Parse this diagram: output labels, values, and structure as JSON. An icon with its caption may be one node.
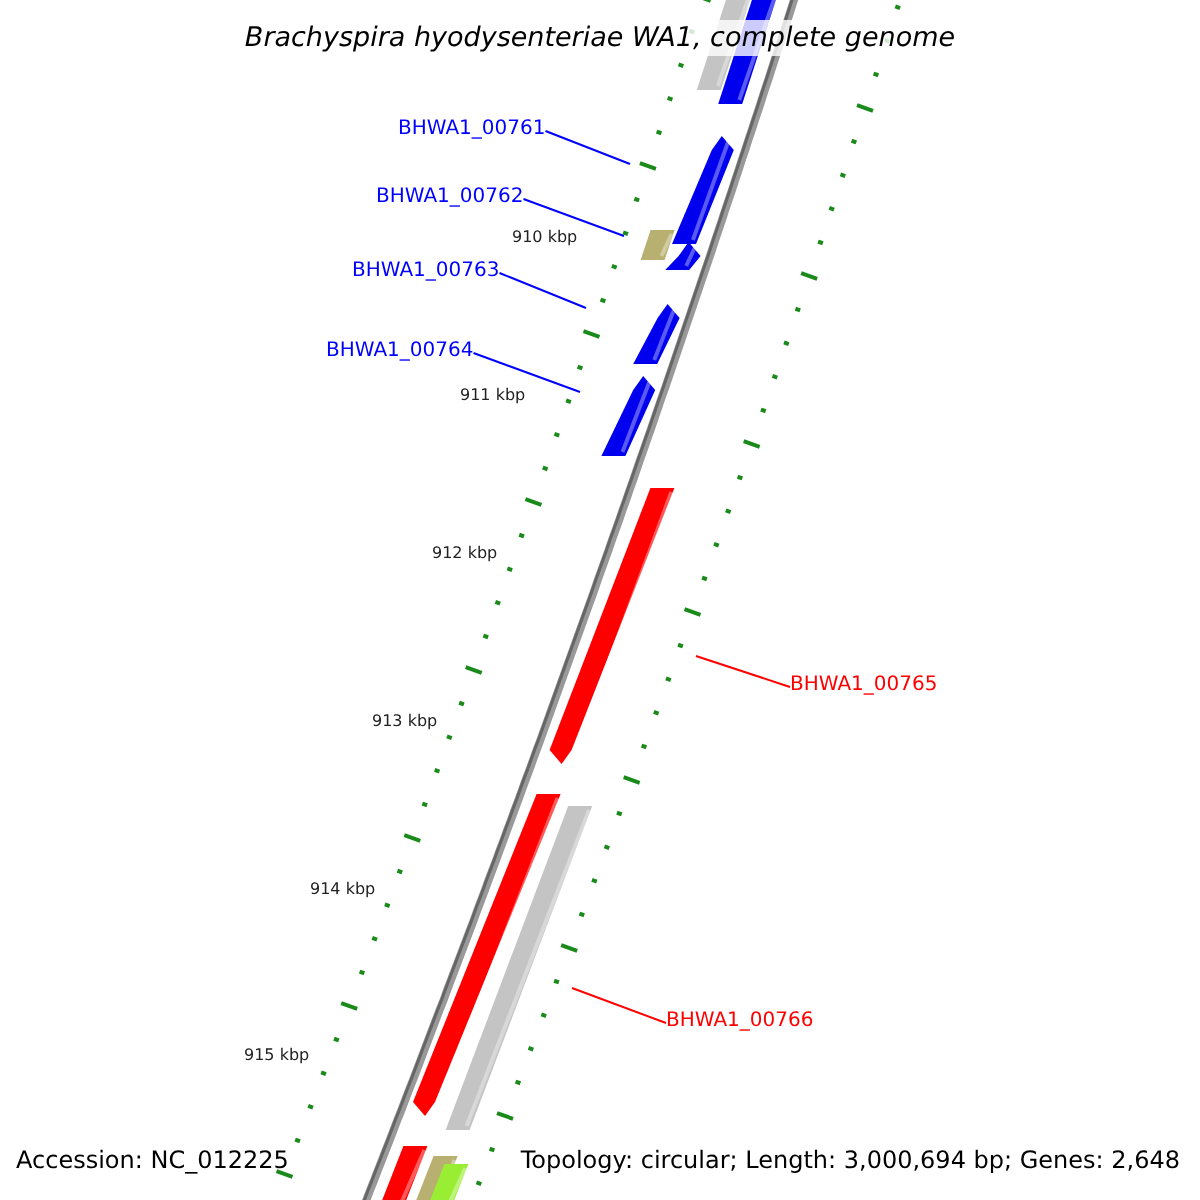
{
  "diagram": {
    "title": "Brachyspira hyodysenteriae WA1, complete genome",
    "nodes": [
      {
        "text": [
          "BHWA1_00761"
        ]
      },
      {
        "text": [
          "BHWA1_00762"
        ]
      },
      {
        "text": [
          "BHWA1_00763"
        ]
      },
      {
        "text": [
          "BHWA1_00764"
        ]
      },
      {
        "text": [
          "BHWA1_00765"
        ]
      },
      {
        "text": [
          "BHWA1_00766"
        ]
      }
    ],
    "edges": [
      {
        "from": 0,
        "to": null,
        "arrow": "none"
      },
      {
        "from": 1,
        "to": null,
        "arrow": "none"
      },
      {
        "from": 2,
        "to": null,
        "arrow": "none"
      },
      {
        "from": 3,
        "to": null,
        "arrow": "none"
      },
      {
        "from": 4,
        "to": null,
        "arrow": "none",
        "color": "#ff0000"
      },
      {
        "from": 5,
        "to": null,
        "arrow": "none",
        "color": "#ff0000"
      }
    ],
    "labels": [
      "910 kbp",
      "911 kbp",
      "912 kbp",
      "913 kbp",
      "914 kbp",
      "915 kbp",
      "Accession: NC_012225",
      "Topology: circular; Length: 3,000,694 bp; Genes: 2,648"
    ]
  }
}
